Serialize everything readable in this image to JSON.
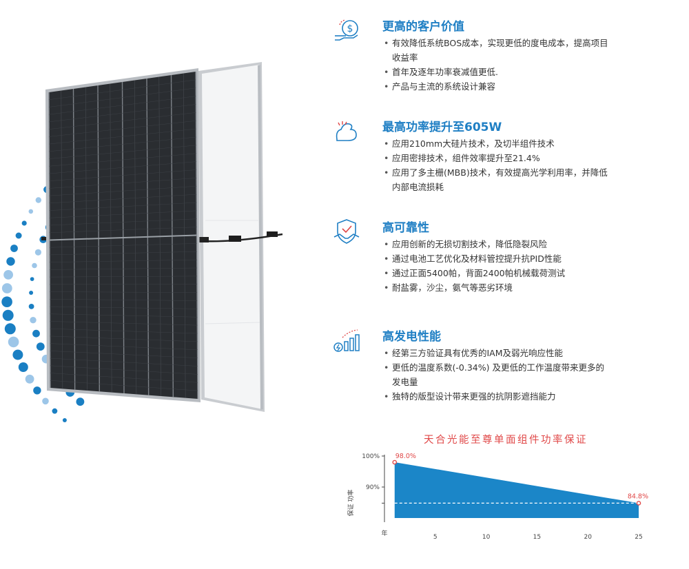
{
  "features": [
    {
      "icon": "money-hand-icon",
      "title": "更高的客户价值",
      "bullets": [
        "有效降低系统BOS成本，实现更低的度电成本，提高项目收益率",
        "首年及逐年功率衰减值更低.",
        "产品与主流的系统设计兼容"
      ]
    },
    {
      "icon": "muscle-arm-icon",
      "title": "最高功率提升至605W",
      "bullets": [
        "应用210mm大硅片技术，及切半组件技术",
        "应用密排技术，组件效率提升至21.4%",
        "应用了多主栅(MBB)技术，有效提高光学利用率，并降低内部电流损耗"
      ]
    },
    {
      "icon": "shield-handshake-icon",
      "title": "高可靠性",
      "bullets": [
        "应用创新的无损切割技术，降低隐裂风险",
        "通过电池工艺优化及材料管控提升抗PID性能",
        "通过正面5400帕，背面2400帕机械载荷测试",
        "耐盐雾，沙尘，氨气等恶劣环境"
      ]
    },
    {
      "icon": "energy-bars-icon",
      "title": "高发电性能",
      "bullets": [
        "经第三方验证具有优秀的IAM及弱光响应性能",
        "更低的温度系数(-0.34%) 及更低的工作温度带来更多的发电量",
        "独特的版型设计带来更强的抗阴影遮挡能力"
      ]
    }
  ],
  "chart_data": {
    "type": "area",
    "title": "天合光能至尊单面组件功率保证",
    "ylabel": "保证 功率",
    "xlabel": "年",
    "x": [
      1,
      25
    ],
    "values": [
      98.0,
      84.8
    ],
    "data_labels": [
      "98.0%",
      "84.8%"
    ],
    "y_ticks": [
      "100%",
      "90%"
    ],
    "x_ticks": [
      "5",
      "10",
      "15",
      "20",
      "25"
    ],
    "ylim": [
      80,
      100
    ],
    "xlim": [
      0,
      25
    ],
    "reference_line": 84.8,
    "fill_color": "#1b86c8",
    "label_color": "#e04848"
  },
  "colors": {
    "accent": "#1f7fc4",
    "dot_dark": "#1a7fc3",
    "dot_light": "#9dc6e8"
  }
}
